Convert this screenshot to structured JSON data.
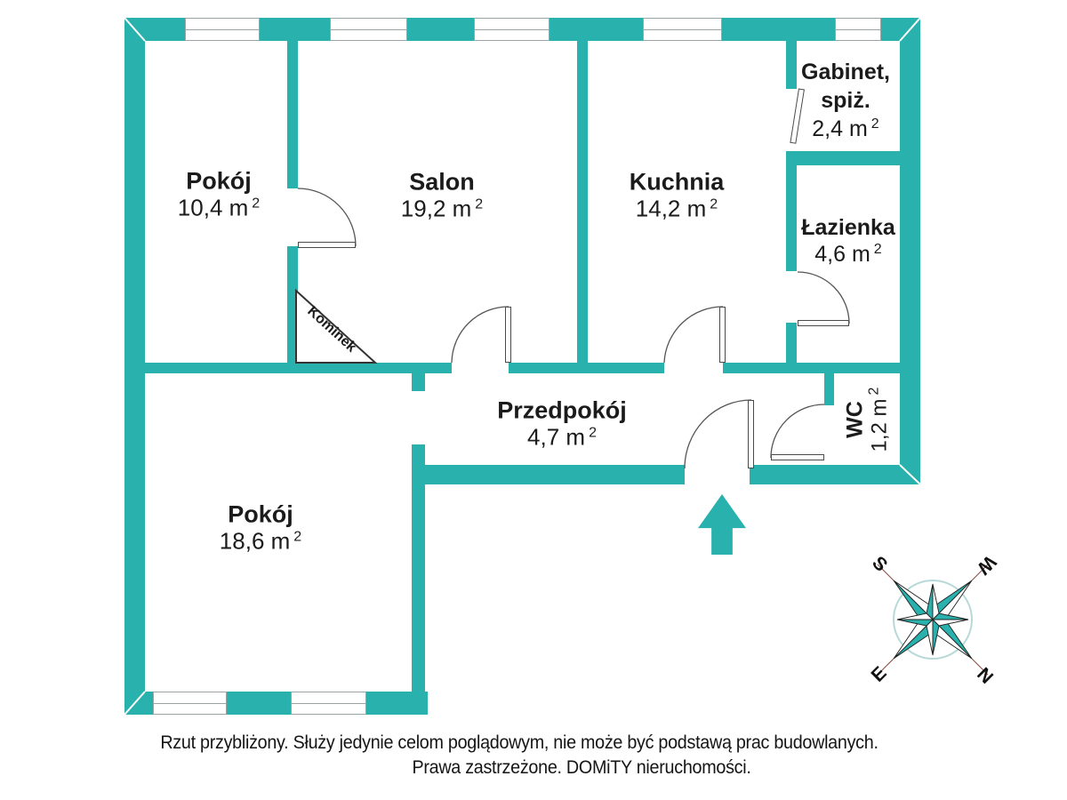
{
  "colors": {
    "wall_teal": "#29b2ad",
    "door_outline": "#4a4a4a",
    "window_line": "#9aa4a4",
    "text": "#1b1b1b",
    "compass_ring": "#b8d9d7",
    "compass_needle_line": "#8a4a44"
  },
  "rooms": [
    {
      "id": "pokoj-1",
      "name": "Pokój",
      "area": "10,4 m",
      "sup": "2"
    },
    {
      "id": "salon",
      "name": "Salon",
      "area": "19,2 m",
      "sup": "2"
    },
    {
      "id": "kuchnia",
      "name": "Kuchnia",
      "area": "14,2 m",
      "sup": "2"
    },
    {
      "id": "gabinet",
      "name": "Gabinet,",
      "name2": "spiż.",
      "area": "2,4 m",
      "sup": "2"
    },
    {
      "id": "lazienka",
      "name": "Łazienka",
      "area": "4,6 m",
      "sup": "2"
    },
    {
      "id": "przedpokoj",
      "name": "Przedpokój",
      "area": "4,7 m",
      "sup": "2"
    },
    {
      "id": "wc",
      "name": "WC",
      "area": "1,2 m",
      "sup": "2"
    },
    {
      "id": "pokoj-2",
      "name": "Pokój",
      "area": "18,6 m",
      "sup": "2"
    }
  ],
  "fireplace": {
    "label": "Kominek"
  },
  "compass": {
    "s": "S",
    "w": "W",
    "n": "N",
    "e": "E"
  },
  "footer": {
    "line1": "Rzut przybliżony. Służy jedynie celom poglądowym, nie może być podstawą prac budowlanych.",
    "line2": "Prawa zastrzeżone. DOMiTY nieruchomości."
  }
}
